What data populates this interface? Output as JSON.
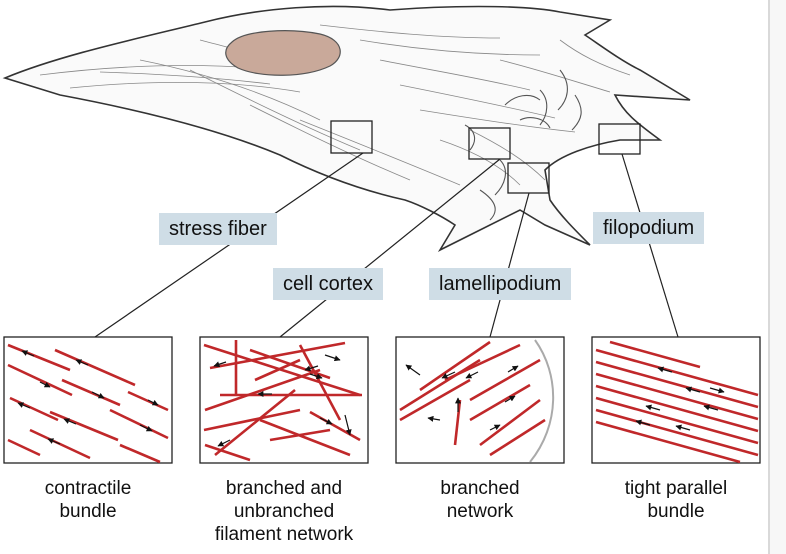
{
  "labels": {
    "stress_fiber": "stress fiber",
    "cell_cortex": "cell cortex",
    "lamellipodium": "lamellipodium",
    "filopodium": "filopodium"
  },
  "captions": {
    "panel1": [
      "contractile",
      "bundle"
    ],
    "panel2": [
      "branched and",
      "unbranched",
      "filament network"
    ],
    "panel3": [
      "branched",
      "network"
    ],
    "panel4": [
      "tight parallel",
      "bundle"
    ]
  },
  "colors": {
    "label_bg": "#cfdde6",
    "filament": "#c0282a",
    "nucleus": "#c9a99a",
    "outline": "#333333"
  }
}
